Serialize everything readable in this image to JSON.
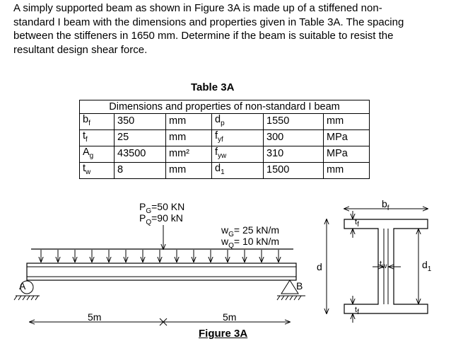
{
  "question": {
    "lines": [
      "A simply supported beam as shown in Figure 3A is made up of a stiffened non-",
      "standard I beam with the dimensions and properties given in Table 3A. The spacing",
      "between the stiffeners in 1650 mm. Determine if the beam is suitable to resist the",
      "resultant design shear force."
    ]
  },
  "table": {
    "title": "Table 3A",
    "header": "Dimensions and properties of non-standard I beam",
    "rows": [
      [
        "b",
        "f",
        "350",
        "mm",
        "d",
        "p",
        "1550",
        "mm"
      ],
      [
        "t",
        "f",
        "25",
        "mm",
        "f",
        "yf",
        "300",
        "MPa"
      ],
      [
        "A",
        "g",
        "43500",
        "mm²",
        "f",
        "yw",
        "310",
        "MPa"
      ],
      [
        "t",
        "w",
        "8",
        "mm",
        "d",
        "1",
        "1500",
        "mm"
      ]
    ]
  },
  "figure": {
    "title": "Figure 3A",
    "point_load_g": "P",
    "point_load_g_sub": "G",
    "point_load_g_val": "=50 KN",
    "point_load_q": "P",
    "point_load_q_sub": "Q",
    "point_load_q_val": "=90 kN",
    "udl_g": "w",
    "udl_g_sub": "G",
    "udl_g_val": "= 25 kN/m",
    "udl_q": "w",
    "udl_q_sub": "Q",
    "udl_q_val": "= 10 kN/m",
    "support_a": "A",
    "support_b": "B",
    "span_left": "5m",
    "span_right": "5m",
    "dim_d": "d",
    "dim_bf": "b",
    "dim_bf_sub": "f",
    "dim_tf_top": "t",
    "dim_tf_top_sub": "f",
    "dim_tf_bot": "t",
    "dim_tf_bot_sub": "f",
    "dim_tw": "t",
    "dim_tw_sub": "w",
    "dim_d1": "d",
    "dim_d1_sub": "1"
  }
}
